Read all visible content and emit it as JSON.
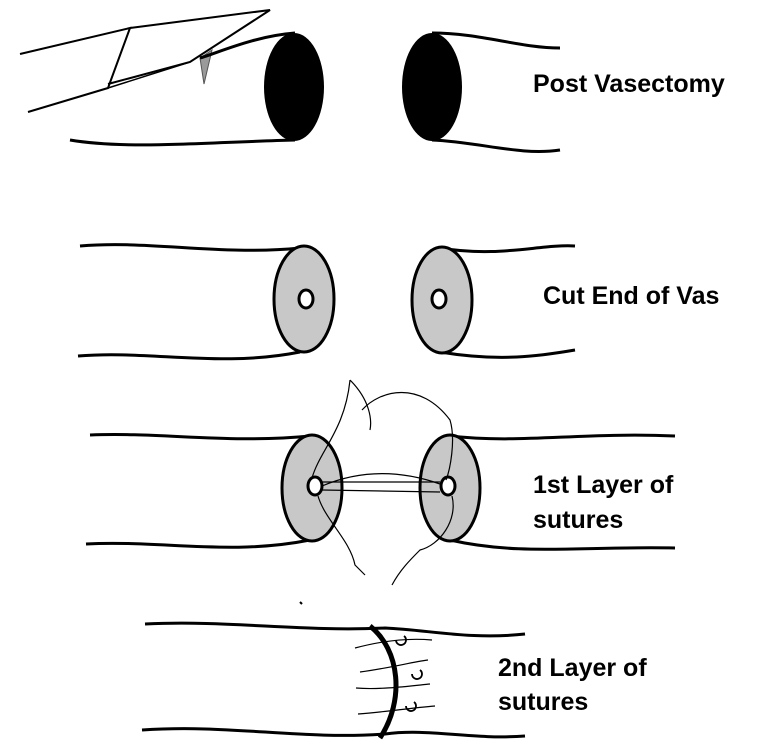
{
  "stages": [
    {
      "label_lines": [
        "Post Vasectomy"
      ]
    },
    {
      "label_lines": [
        "Cut End of Vas"
      ]
    },
    {
      "label_lines": [
        "1st Layer of",
        "sutures"
      ]
    },
    {
      "label_lines": [
        "2nd Layer of",
        "sutures"
      ]
    }
  ],
  "colors": {
    "line": "#000000",
    "lumen_fill": "#c8c8c8",
    "occluded_end": "#000000",
    "background": "#ffffff"
  },
  "icons": {
    "instrument": "cautery-forceps-icon",
    "suture_knot": "suture-knot-icon"
  }
}
